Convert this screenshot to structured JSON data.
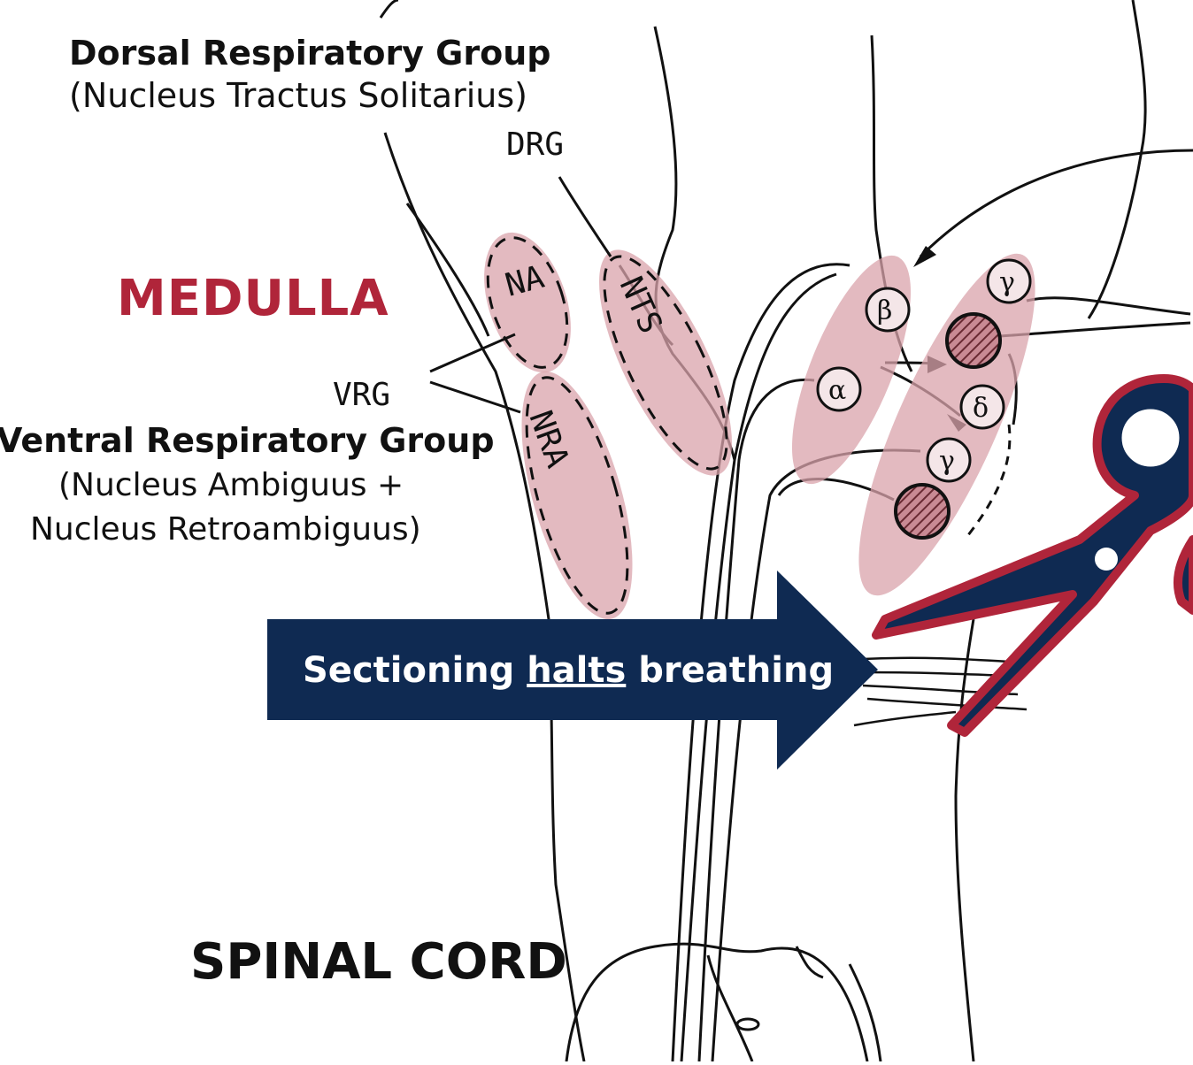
{
  "labels": {
    "drg_title": "Dorsal Respiratory Group",
    "drg_subtitle": "(Nucleus Tractus Solitarius)",
    "drg_abbrev": "DRG",
    "medulla": "MEDULLA",
    "vrg_abbrev": "VRG",
    "vrg_title": "Ventral Respiratory Group",
    "vrg_subtitle_line1": "(Nucleus Ambiguus +",
    "vrg_subtitle_line2": "Nucleus Retroambiguus)",
    "spinal_cord": "SPINAL CORD"
  },
  "nuclei": {
    "na": "NA",
    "nra": "NRA",
    "nts": "NTS"
  },
  "neurons": {
    "beta": "β",
    "alpha": "α",
    "gamma_top": "γ",
    "delta": "δ",
    "gamma_mid": "γ"
  },
  "callout": {
    "text_before": "Sectioning ",
    "text_emphasis": "halts",
    "text_after": " breathing"
  },
  "colors": {
    "highlight": "#d9a3ab",
    "arrow": "#0f2a52",
    "scissors_fill": "#0f2a52",
    "scissors_outline": "#b0253a",
    "medulla_label": "#b0253a"
  },
  "icons": {
    "scissors": "scissors-icon"
  }
}
